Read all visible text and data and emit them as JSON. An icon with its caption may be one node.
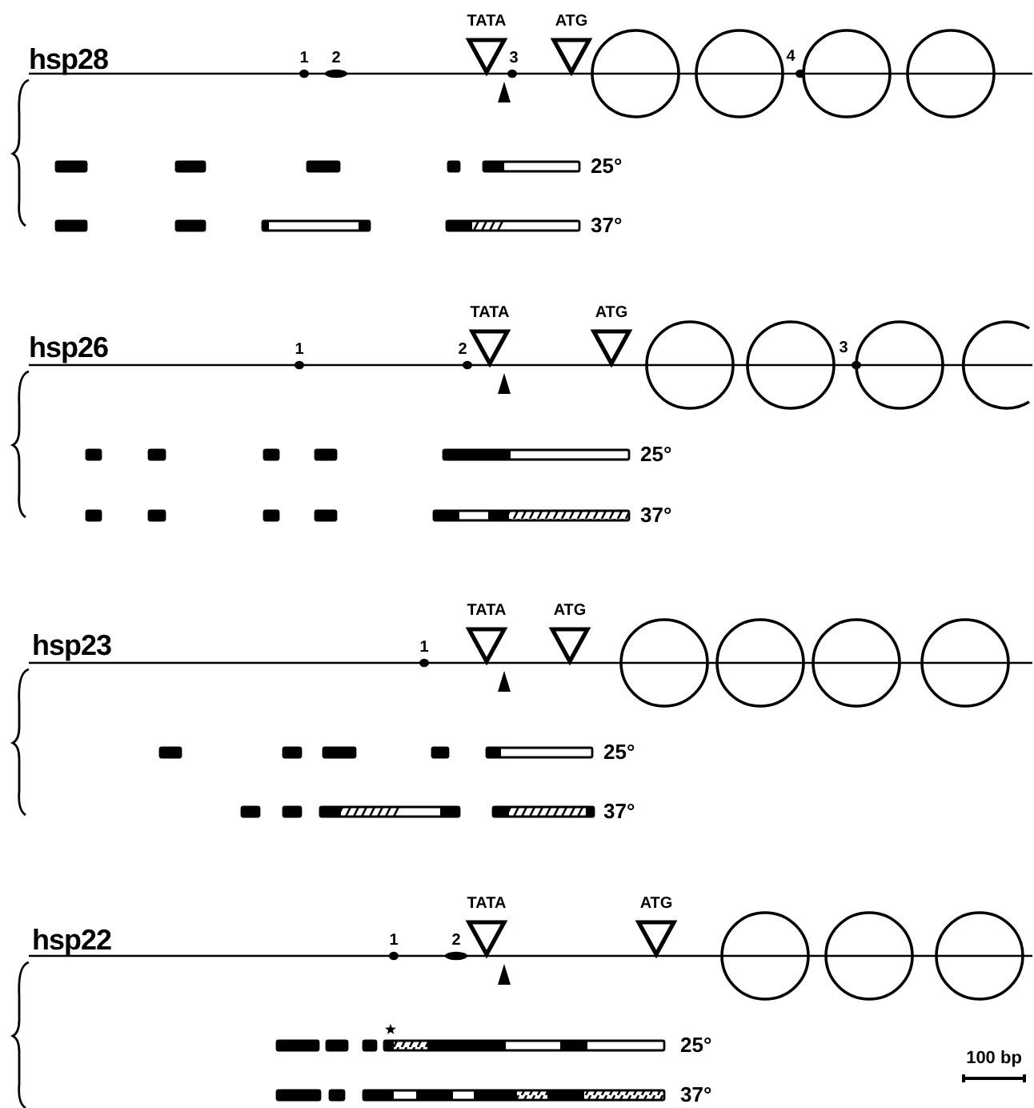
{
  "diagram": {
    "labels": [
      "TATA",
      "ATG",
      "hsp28",
      "1",
      "2",
      "3",
      "4",
      "25°",
      "37°",
      "TATA",
      "ATG",
      "hsp26",
      "1",
      "2",
      "3",
      "25°",
      "37°",
      "TATA",
      "ATG",
      "hsp23",
      "1",
      "25°",
      "37°",
      "TATA",
      "ATG",
      "hsp22",
      "1",
      "2",
      "25°",
      "100 bp",
      "37°"
    ]
  }
}
